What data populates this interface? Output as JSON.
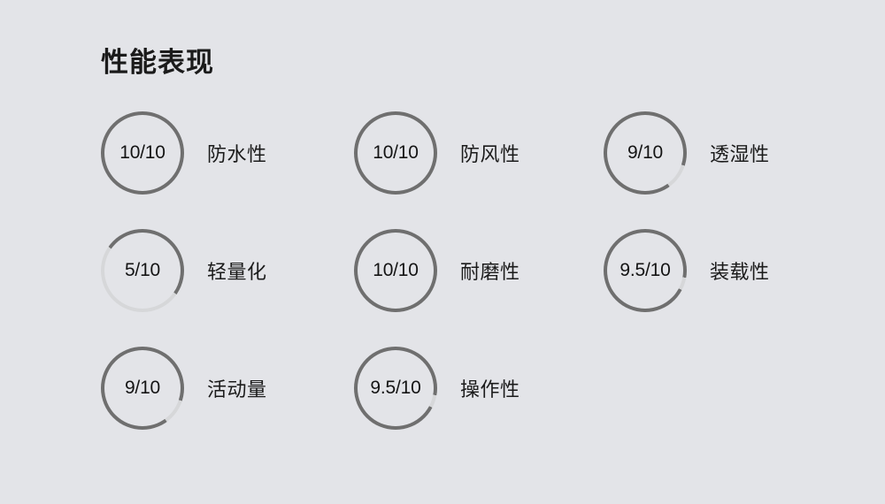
{
  "header": {
    "title": "性能表现"
  },
  "colors": {
    "background": "#e3e4e8",
    "arc_filled": "#6f6f6f",
    "arc_track": "#d6d7d9",
    "text": "#1b1b1b"
  },
  "chart_data": {
    "type": "gauge",
    "title": "性能表现",
    "max": 10,
    "unit": "/10",
    "grid": {
      "columns": 3,
      "rows": 3
    },
    "categories": [
      "防水性",
      "防风性",
      "透湿性",
      "轻量化",
      "耐磨性",
      "装载性",
      "活动量",
      "操作性"
    ],
    "values": [
      10,
      10,
      9,
      5,
      10,
      9.5,
      9,
      9.5
    ],
    "labels": [
      "10/10",
      "10/10",
      "9/10",
      "5/10",
      "10/10",
      "9.5/10",
      "9/10",
      "9.5/10"
    ]
  },
  "metrics": [
    {
      "value_text": "10/10",
      "label": "防水性",
      "percent": 100,
      "start_angle": 118
    },
    {
      "value_text": "10/10",
      "label": "防风性",
      "percent": 100,
      "start_angle": 118
    },
    {
      "value_text": "9/10",
      "label": "透湿性",
      "percent": 90,
      "start_angle": 108
    },
    {
      "value_text": "5/10",
      "label": "轻量化",
      "percent": 50,
      "start_angle": 125
    },
    {
      "value_text": "10/10",
      "label": "耐磨性",
      "percent": 100,
      "start_angle": 118
    },
    {
      "value_text": "9.5/10",
      "label": "装载性",
      "percent": 95,
      "start_angle": 100
    },
    {
      "value_text": "9/10",
      "label": "活动量",
      "percent": 90,
      "start_angle": 108
    },
    {
      "value_text": "9.5/10",
      "label": "操作性",
      "percent": 95,
      "start_angle": 100
    }
  ]
}
